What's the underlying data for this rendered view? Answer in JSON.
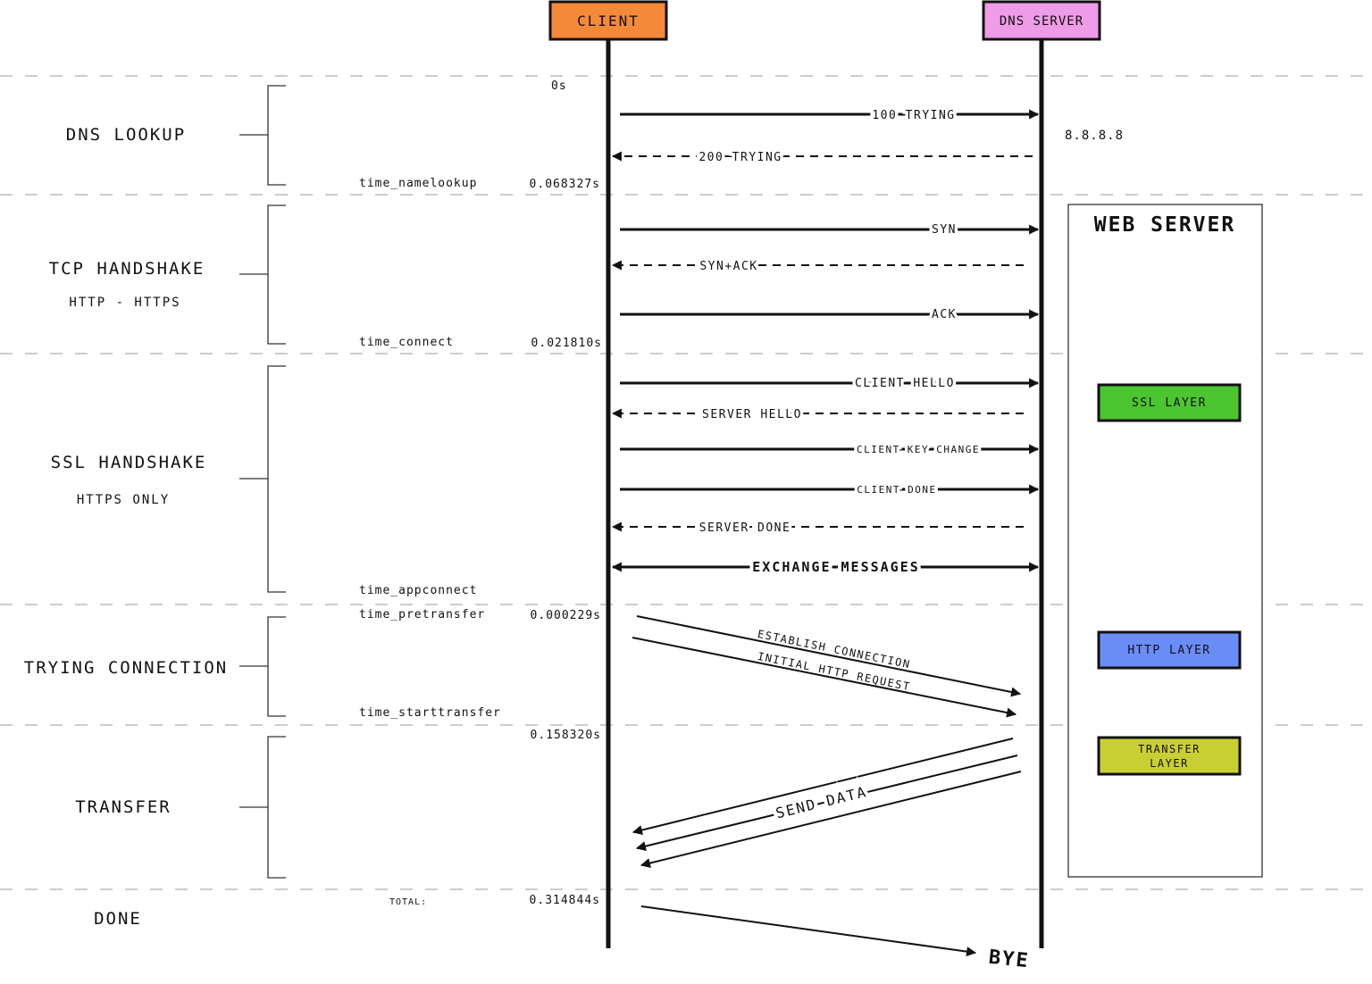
{
  "actors": {
    "client": {
      "label": "CLIENT",
      "color": "#f5893a"
    },
    "dns": {
      "label": "DNS SERVER",
      "color": "#ee9be8"
    }
  },
  "phases": [
    {
      "name": "DNS LOOKUP",
      "sub": ""
    },
    {
      "name": "TCP HANDSHAKE",
      "sub": "HTTP - HTTPS"
    },
    {
      "name": "SSL HANDSHAKE",
      "sub": "HTTPS ONLY"
    },
    {
      "name": "TRYING CONNECTION",
      "sub": ""
    },
    {
      "name": "TRANSFER",
      "sub": ""
    },
    {
      "name": "DONE",
      "sub": ""
    }
  ],
  "metrics": {
    "start_time": "0s",
    "namelookup": {
      "label": "time_namelookup",
      "value": "0.068327s"
    },
    "connect": {
      "label": "time_connect",
      "value": "0.021810s"
    },
    "appconnect": {
      "label": "time_appconnect"
    },
    "pretransfer": {
      "label": "time_pretransfer",
      "value": "0.000229s"
    },
    "starttransfer": {
      "label": "time_starttransfer",
      "value": "0.158320s"
    },
    "total": {
      "label": "TOTAL:",
      "value": "0.314844s"
    }
  },
  "messages": {
    "dns_request": "100 TRYING",
    "dns_response": "200 TRYING",
    "syn": "SYN",
    "syn_ack": "SYN+ACK",
    "ack": "ACK",
    "client_hello": "CLIENT HELLO",
    "server_hello": "SERVER HELLO",
    "client_key_change": "CLIENT KEY CHANGE",
    "client_done": "CLIENT DONE",
    "server_done": "SERVER DONE",
    "exchange_messages": "EXCHANGE MESSAGES",
    "establish_connection": "ESTABLISH CONNECTION",
    "initial_http_request": "INITIAL HTTP REQUEST",
    "send_data": "SEND DATA",
    "bye": "BYE"
  },
  "dns_ip": "8.8.8.8",
  "web_server": {
    "title": "WEB SERVER",
    "layers": [
      {
        "name": "SSL LAYER",
        "color": "#4cc531"
      },
      {
        "name": "HTTP LAYER",
        "color": "#6a8cf6"
      },
      {
        "name": "TRANSFER",
        "name2": "LAYER",
        "color": "#c9cf32"
      }
    ]
  }
}
